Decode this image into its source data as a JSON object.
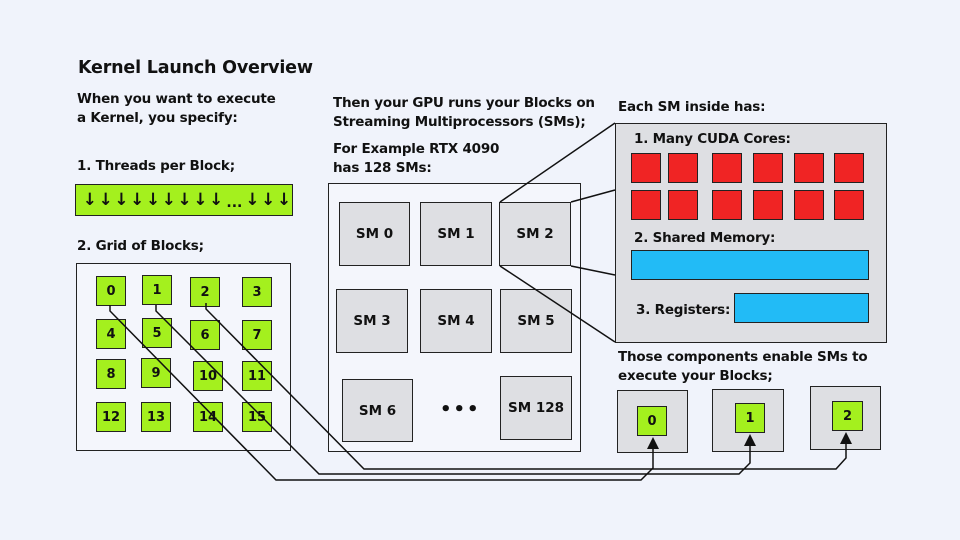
{
  "title": "Kernel Launch Overview",
  "left": {
    "intro": "When you want to execute\na Kernel, you specify:",
    "threads_label": "1. Threads per Block;",
    "threads_bar": {
      "arrow_glyph": "↓",
      "ellipsis": "...",
      "arrows_before": 9,
      "arrows_after": 3
    },
    "grid_label": "2. Grid of Blocks;",
    "blocks": [
      "0",
      "1",
      "2",
      "3",
      "4",
      "5",
      "6",
      "7",
      "8",
      "9",
      "10",
      "11",
      "12",
      "13",
      "14",
      "15"
    ]
  },
  "middle": {
    "intro": "Then your GPU runs your Blocks on\nStreaming Multiprocessors (SMs);",
    "example": "For Example RTX 4090\nhas 128 SMs:",
    "sms": [
      "SM 0",
      "SM 1",
      "SM 2",
      "SM 3",
      "SM 4",
      "SM 5",
      "SM 6",
      "SM 128"
    ],
    "ellipsis": "•••"
  },
  "right": {
    "intro": "Each SM inside has:",
    "cores_label": "1. Many CUDA Cores:",
    "core_count": 12,
    "shared_label": "2. Shared Memory:",
    "registers_label": "3. Registers:",
    "enable_text": "Those components enable SMs to\nexecute your Blocks;",
    "sm_blocks": [
      "0",
      "1",
      "2"
    ]
  },
  "colors": {
    "background": "#f0f3fb",
    "block_green": "#a4f01e",
    "sm_gray": "#dedfe3",
    "core_red": "#f02424",
    "memory_blue": "#22bbf6"
  }
}
